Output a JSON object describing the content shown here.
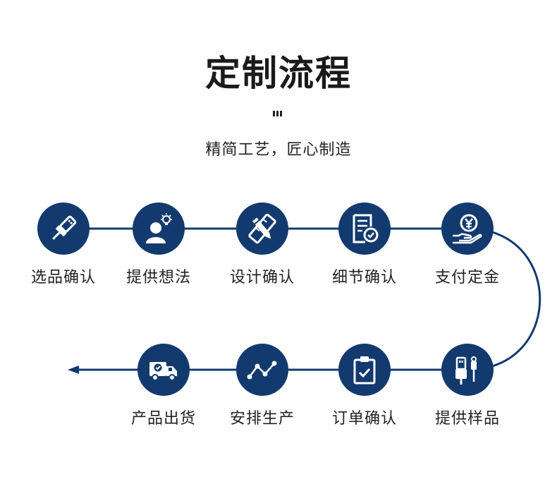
{
  "header": {
    "title": "定制流程",
    "subtitle": "精简工艺，匠心制造"
  },
  "colors": {
    "accent": "#123a6e",
    "text": "#222222"
  },
  "steps_top": [
    {
      "label": "选品确认",
      "icon": "usb-cable-icon"
    },
    {
      "label": "提供想法",
      "icon": "idea-person-icon"
    },
    {
      "label": "设计确认",
      "icon": "pencil-ruler-icon"
    },
    {
      "label": "细节确认",
      "icon": "document-check-icon"
    },
    {
      "label": "支付定金",
      "icon": "yen-coin-hand-icon"
    }
  ],
  "steps_bottom": [
    {
      "label": "提供样品",
      "icon": "usb-sample-icon"
    },
    {
      "label": "订单确认",
      "icon": "clipboard-check-icon"
    },
    {
      "label": "安排生产",
      "icon": "production-chart-icon"
    },
    {
      "label": "产品出货",
      "icon": "delivery-truck-icon"
    }
  ]
}
